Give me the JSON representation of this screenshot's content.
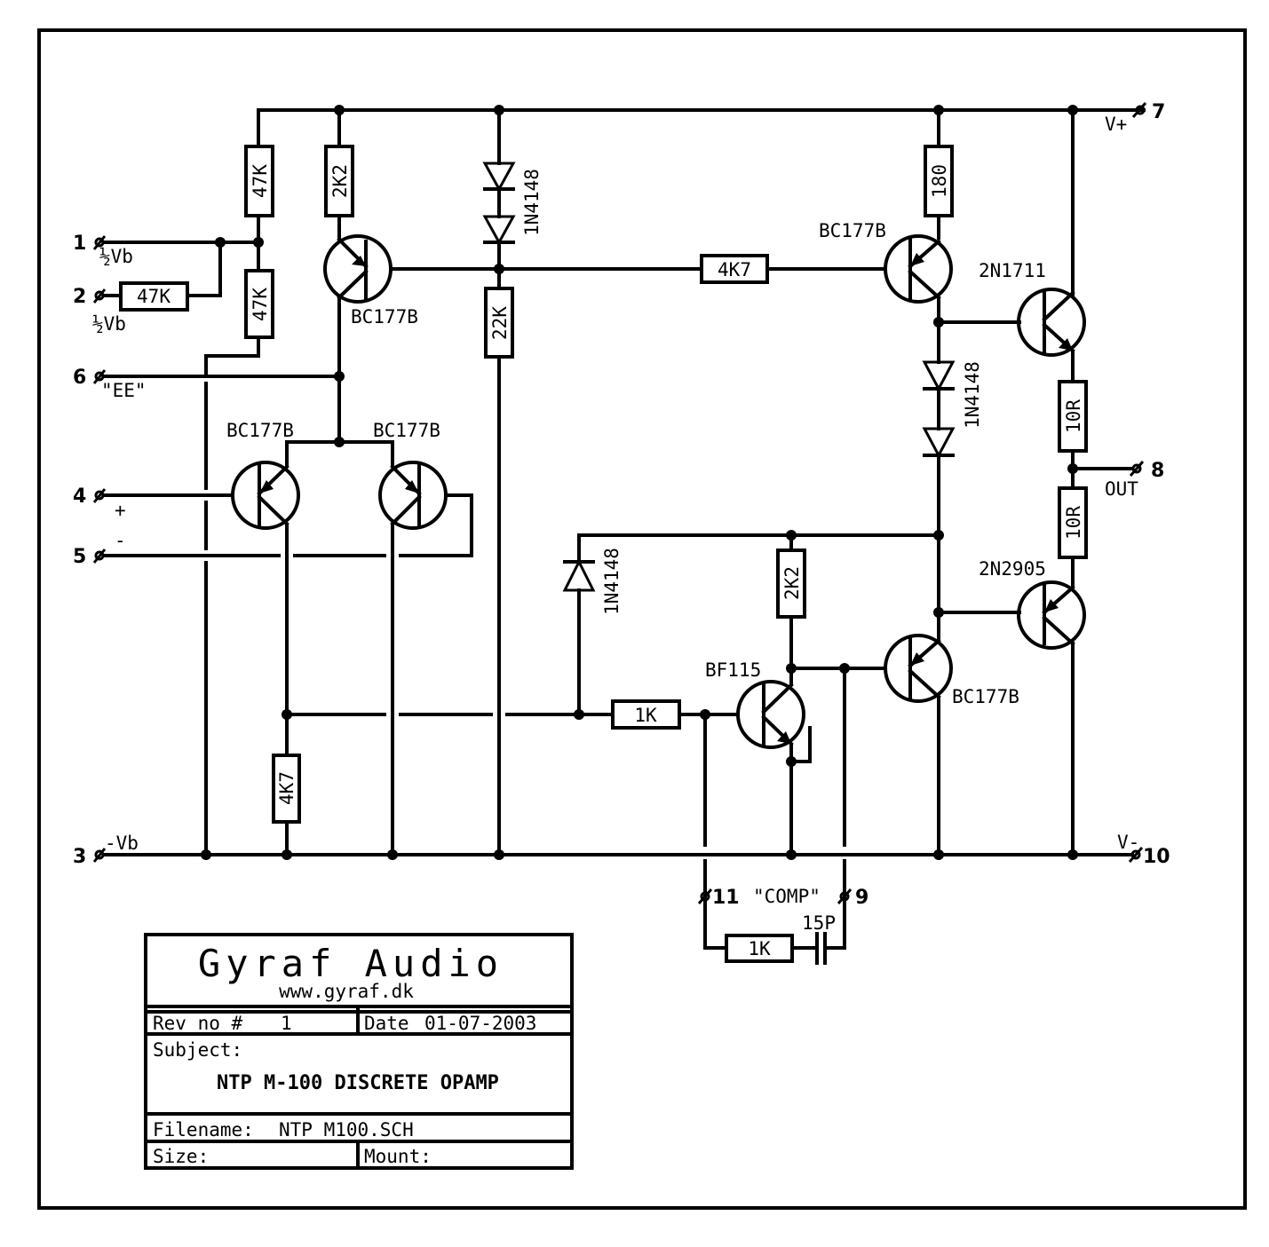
{
  "title_block": {
    "company": "Gyraf Audio",
    "website": "www.gyraf.dk",
    "rev_label": "Rev no #",
    "rev_value": "1",
    "date_label": "Date",
    "date_value": "01-07-2003",
    "subject_label": "Subject:",
    "subject_value": "NTP M-100 DISCRETE OPAMP",
    "filename_label": "Filename:",
    "filename_value": "NTP_M100.SCH",
    "size_label": "Size:",
    "mount_label": "Mount:"
  },
  "pins": [
    {
      "id": "1",
      "name": "½Vb"
    },
    {
      "id": "2",
      "name": "½Vb"
    },
    {
      "id": "3",
      "name": "-Vb"
    },
    {
      "id": "4",
      "name": "+"
    },
    {
      "id": "5",
      "name": "-"
    },
    {
      "id": "6",
      "name": "\"EE\""
    },
    {
      "id": "7",
      "name": "V+"
    },
    {
      "id": "8",
      "name": "OUT"
    },
    {
      "id": "9",
      "name": ""
    },
    {
      "id": "10",
      "name": "V-"
    },
    {
      "id": "11",
      "name": ""
    }
  ],
  "comp_label": "\"COMP\"",
  "components": {
    "r_47k_top": "47K",
    "r_47k_bottom": "47K",
    "r_47k_pin2": "47K",
    "r_2k2_top": "2K2",
    "r_22k": "22K",
    "r_4k7_horizontal": "4K7",
    "r_180": "180",
    "r_10r_top": "10R",
    "r_10r_bottom": "10R",
    "r_4k7_vertical": "4K7",
    "r_2k2_mid": "2K2",
    "r_1k_mid": "1K",
    "r_1k_comp": "1K",
    "c_15p": "15P",
    "d_top": "1N4148",
    "d_right": "1N4148",
    "d_mid": "1N4148",
    "q_top_left": "BC177B",
    "q_diff_left": "BC177B",
    "q_diff_right": "BC177B",
    "q_top_right": "BC177B",
    "q_mid_right": "BC177B",
    "q_bf115": "BF115",
    "q_2n1711": "2N1711",
    "q_2n2905": "2N2905"
  }
}
